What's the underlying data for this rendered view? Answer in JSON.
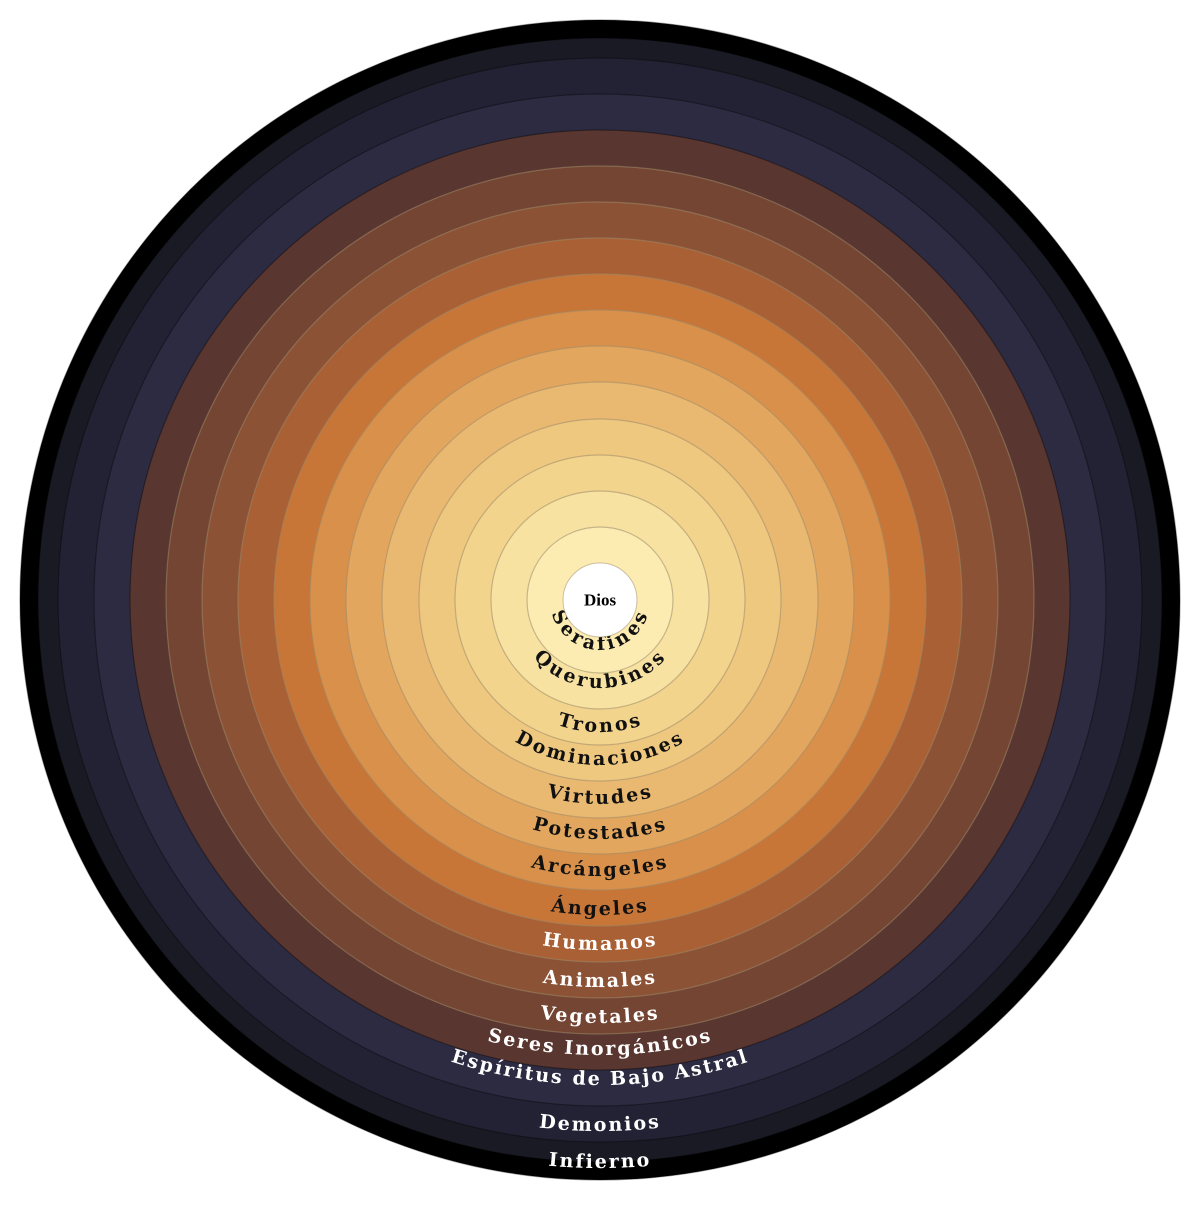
{
  "center": {
    "label": "Dios",
    "fill": "#ffffff"
  },
  "rings": [
    {
      "label": "Serafines",
      "fill": "#fcecb2",
      "text_color": "#111111"
    },
    {
      "label": "Querubines",
      "fill": "#f8e2a2",
      "text_color": "#111111"
    },
    {
      "label": "Tronos",
      "fill": "#f3d48d",
      "text_color": "#111111"
    },
    {
      "label": "Dominaciones",
      "fill": "#efc880",
      "text_color": "#111111"
    },
    {
      "label": "Virtudes",
      "fill": "#eab971",
      "text_color": "#111111"
    },
    {
      "label": "Potestades",
      "fill": "#e3a65e",
      "text_color": "#111111"
    },
    {
      "label": "Arcángeles",
      "fill": "#d8904a",
      "text_color": "#111111"
    },
    {
      "label": "Ángeles",
      "fill": "#c77638",
      "text_color": "#111111"
    },
    {
      "label": "Humanos",
      "fill": "#aa6035",
      "text_color": "#ffffff"
    },
    {
      "label": "Animales",
      "fill": "#8c5236",
      "text_color": "#ffffff"
    },
    {
      "label": "Vegetales",
      "fill": "#744533",
      "text_color": "#ffffff"
    },
    {
      "label": "Seres Inorgánicos",
      "fill": "#5a3630",
      "text_color": "#ffffff"
    },
    {
      "label": "Espíritus de Bajo Astral",
      "fill": "#2c2b41",
      "text_color": "#ffffff"
    },
    {
      "label": "Demonios",
      "fill": "#232235",
      "text_color": "#ffffff"
    },
    {
      "label": "Infierno",
      "fill": "#1a1a24",
      "text_color": "#ffffff"
    }
  ],
  "extra_fills": [
    "#15151c",
    "#000000"
  ],
  "ring_stroke": "#9c8a6a"
}
